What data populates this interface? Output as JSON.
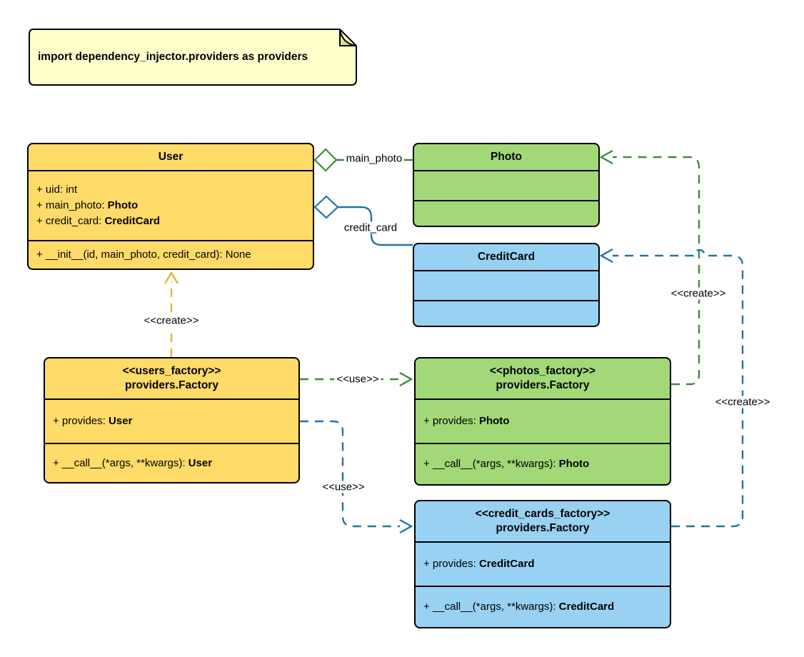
{
  "note": {
    "text": "import dependency_injector.providers as providers"
  },
  "classes": {
    "user": {
      "name": "User",
      "attributes": [
        {
          "text": "+ uid: int",
          "bold": ""
        },
        {
          "text": "+ main_photo: ",
          "bold": "Photo"
        },
        {
          "text": "+ credit_card: ",
          "bold": "CreditCard"
        }
      ],
      "methods": [
        {
          "text": "+ __init__(id, main_photo, credit_card): None",
          "bold": ""
        }
      ]
    },
    "photo": {
      "name": "Photo"
    },
    "credit_card": {
      "name": "CreditCard"
    },
    "users_factory": {
      "stereotype": "<<users_factory>>",
      "name": "providers.Factory",
      "attributes": [
        {
          "text": "+ provides: ",
          "bold": "User"
        }
      ],
      "methods": [
        {
          "text": "+ __call__(*args, **kwargs): ",
          "bold": "User"
        }
      ]
    },
    "photos_factory": {
      "stereotype": "<<photos_factory>>",
      "name": "providers.Factory",
      "attributes": [
        {
          "text": "+ provides: ",
          "bold": "Photo"
        }
      ],
      "methods": [
        {
          "text": "+ __call__(*args, **kwargs): ",
          "bold": "Photo"
        }
      ]
    },
    "credit_cards_factory": {
      "stereotype": "<<credit_cards_factory>>",
      "name": "providers.Factory",
      "attributes": [
        {
          "text": "+ provides: ",
          "bold": "CreditCard"
        }
      ],
      "methods": [
        {
          "text": "+ __call__(*args, **kwargs): ",
          "bold": "CreditCard"
        }
      ]
    }
  },
  "edge_labels": {
    "main_photo": "main_photo",
    "credit_card": "credit_card",
    "create": "<<create>>",
    "use": "<<use>>"
  },
  "colors": {
    "yellow_fill": "#FFDB69",
    "green_fill": "#A2D877",
    "blue_fill": "#99D1F2",
    "note_fill": "#FFFFCC",
    "note_fold": "#DEDE96",
    "edge_green": "#3C8C3C",
    "edge_blue": "#1E76A6",
    "edge_yellow": "#E2B33D",
    "border": "#000000"
  }
}
